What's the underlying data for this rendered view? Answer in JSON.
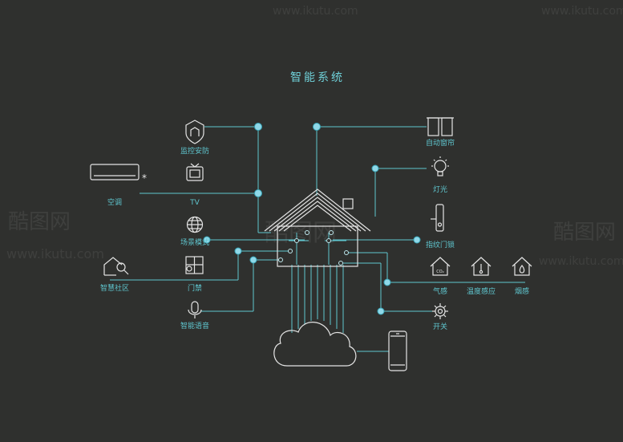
{
  "title": "智能系统",
  "labels": {
    "security": "监控安防",
    "air_conditioner": "空调",
    "tv": "TV",
    "scene_mode": "场景模式",
    "smart_community": "智慧社区",
    "access_control": "门禁",
    "voice": "智能语音",
    "curtain": "自动窗帘",
    "light": "灯光",
    "fingerprint_lock": "指纹门锁",
    "gas_sensor": "气感",
    "temp_humidity": "温度感应",
    "smoke_sensor": "烟感",
    "switch": "开关",
    "co2_text": "CO₂"
  },
  "watermark": {
    "brand": "酷图网",
    "url": "www.ikutu.com"
  },
  "colors": {
    "background": "#2f302e",
    "accent": "#5fc6cf",
    "icon_stroke": "#e4e4e4",
    "node_fill": "#8fd8e8"
  }
}
